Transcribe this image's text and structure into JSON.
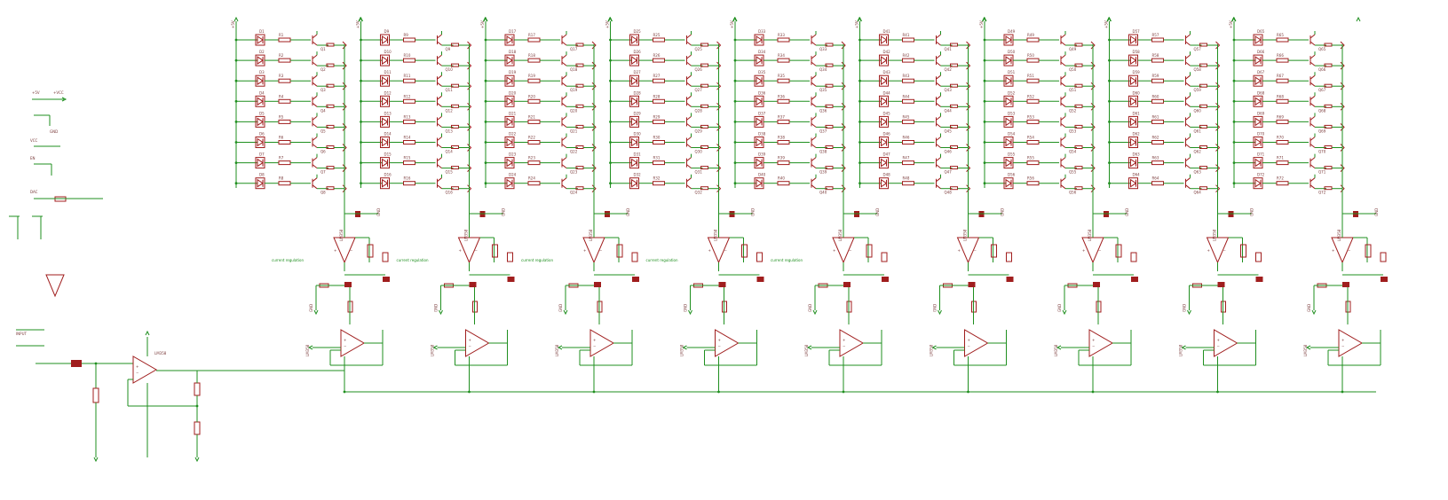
{
  "schematic": {
    "columns": 9,
    "channels_per_column": 8,
    "colors": {
      "wire": "#1f8f1f",
      "part": "#a01e1e",
      "label": "#7a3a3a",
      "background": "#ffffff"
    },
    "labels": {
      "top_io": [
        "+5V",
        "+VCC",
        "GND"
      ],
      "power_rail": "+5V",
      "ground": "GND",
      "misc": [
        "VCC",
        "EN",
        "DAC"
      ],
      "amp_label": "LM358",
      "driver_label": "LM358",
      "input_label": "INPUT",
      "green_note": "current regulation"
    }
  }
}
